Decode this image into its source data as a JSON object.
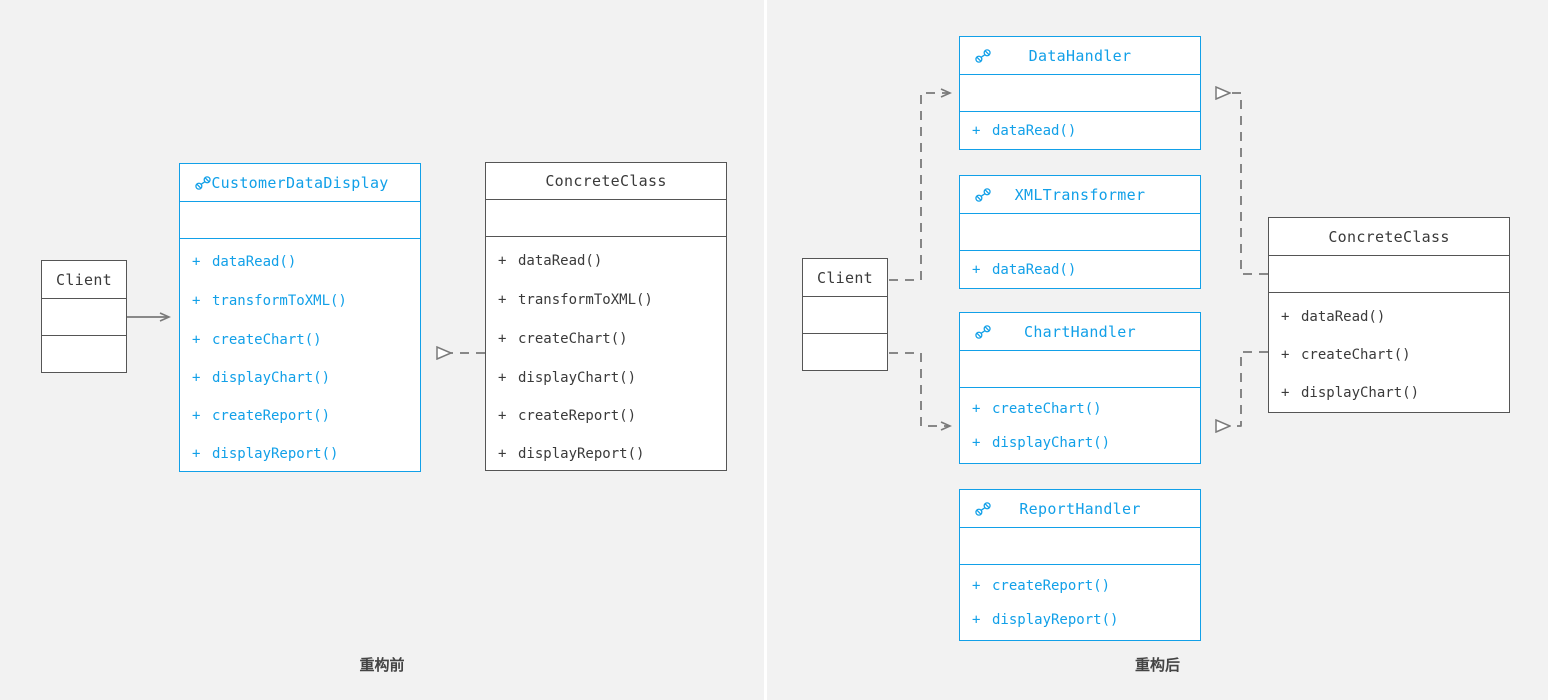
{
  "colors": {
    "background": "#f2f2f2",
    "interface_accent": "#12a0e8",
    "class_border": "#555555",
    "connector": "#7a7a7a",
    "divider": "#ffffff",
    "caption_text": "#444444"
  },
  "panels": {
    "before": {
      "caption": "重构前",
      "classes": {
        "client": {
          "name": "Client",
          "stereotype_icon": null,
          "attributes": [],
          "methods": []
        },
        "customer_data_display": {
          "name": "CustomerDataDisplay",
          "stereotype_icon": "interface-socket-icon",
          "attributes": [],
          "methods": [
            {
              "visibility": "+",
              "signature": "dataRead()"
            },
            {
              "visibility": "+",
              "signature": "transformToXML()"
            },
            {
              "visibility": "+",
              "signature": "createChart()"
            },
            {
              "visibility": "+",
              "signature": "displayChart()"
            },
            {
              "visibility": "+",
              "signature": "createReport()"
            },
            {
              "visibility": "+",
              "signature": "displayReport()"
            }
          ]
        },
        "concrete_class": {
          "name": "ConcreteClass",
          "stereotype_icon": null,
          "attributes": [],
          "methods": [
            {
              "visibility": "+",
              "signature": "dataRead()"
            },
            {
              "visibility": "+",
              "signature": "transformToXML()"
            },
            {
              "visibility": "+",
              "signature": "createChart()"
            },
            {
              "visibility": "+",
              "signature": "displayChart()"
            },
            {
              "visibility": "+",
              "signature": "createReport()"
            },
            {
              "visibility": "+",
              "signature": "displayReport()"
            }
          ]
        }
      },
      "relationships": [
        {
          "type": "dependency",
          "from": "Client",
          "to": "CustomerDataDisplay",
          "style": "solid-open-arrow"
        },
        {
          "type": "realization",
          "from": "ConcreteClass",
          "to": "CustomerDataDisplay",
          "style": "dashed-hollow-triangle"
        }
      ]
    },
    "after": {
      "caption": "重构后",
      "classes": {
        "client": {
          "name": "Client",
          "stereotype_icon": null,
          "attributes": [],
          "methods": []
        },
        "data_handler": {
          "name": "DataHandler",
          "stereotype_icon": "interface-socket-icon",
          "attributes": [],
          "methods": [
            {
              "visibility": "+",
              "signature": "dataRead()"
            }
          ]
        },
        "xml_transformer": {
          "name": "XMLTransformer",
          "stereotype_icon": "interface-socket-icon",
          "attributes": [],
          "methods": [
            {
              "visibility": "+",
              "signature": "dataRead()"
            }
          ]
        },
        "chart_handler": {
          "name": "ChartHandler",
          "stereotype_icon": "interface-socket-icon",
          "attributes": [],
          "methods": [
            {
              "visibility": "+",
              "signature": "createChart()"
            },
            {
              "visibility": "+",
              "signature": "displayChart()"
            }
          ]
        },
        "report_handler": {
          "name": "ReportHandler",
          "stereotype_icon": "interface-socket-icon",
          "attributes": [],
          "methods": [
            {
              "visibility": "+",
              "signature": "createReport()"
            },
            {
              "visibility": "+",
              "signature": "displayReport()"
            }
          ]
        },
        "concrete_class": {
          "name": "ConcreteClass",
          "stereotype_icon": null,
          "attributes": [],
          "methods": [
            {
              "visibility": "+",
              "signature": "dataRead()"
            },
            {
              "visibility": "+",
              "signature": "createChart()"
            },
            {
              "visibility": "+",
              "signature": "displayChart()"
            }
          ]
        }
      },
      "relationships": [
        {
          "type": "dependency",
          "from": "Client",
          "to": "DataHandler",
          "style": "dashed-open-arrow"
        },
        {
          "type": "dependency",
          "from": "Client",
          "to": "ChartHandler",
          "style": "dashed-open-arrow"
        },
        {
          "type": "realization",
          "from": "ConcreteClass",
          "to": "DataHandler",
          "style": "dashed-hollow-triangle"
        },
        {
          "type": "realization",
          "from": "ConcreteClass",
          "to": "ChartHandler",
          "style": "dashed-hollow-triangle"
        }
      ]
    }
  }
}
